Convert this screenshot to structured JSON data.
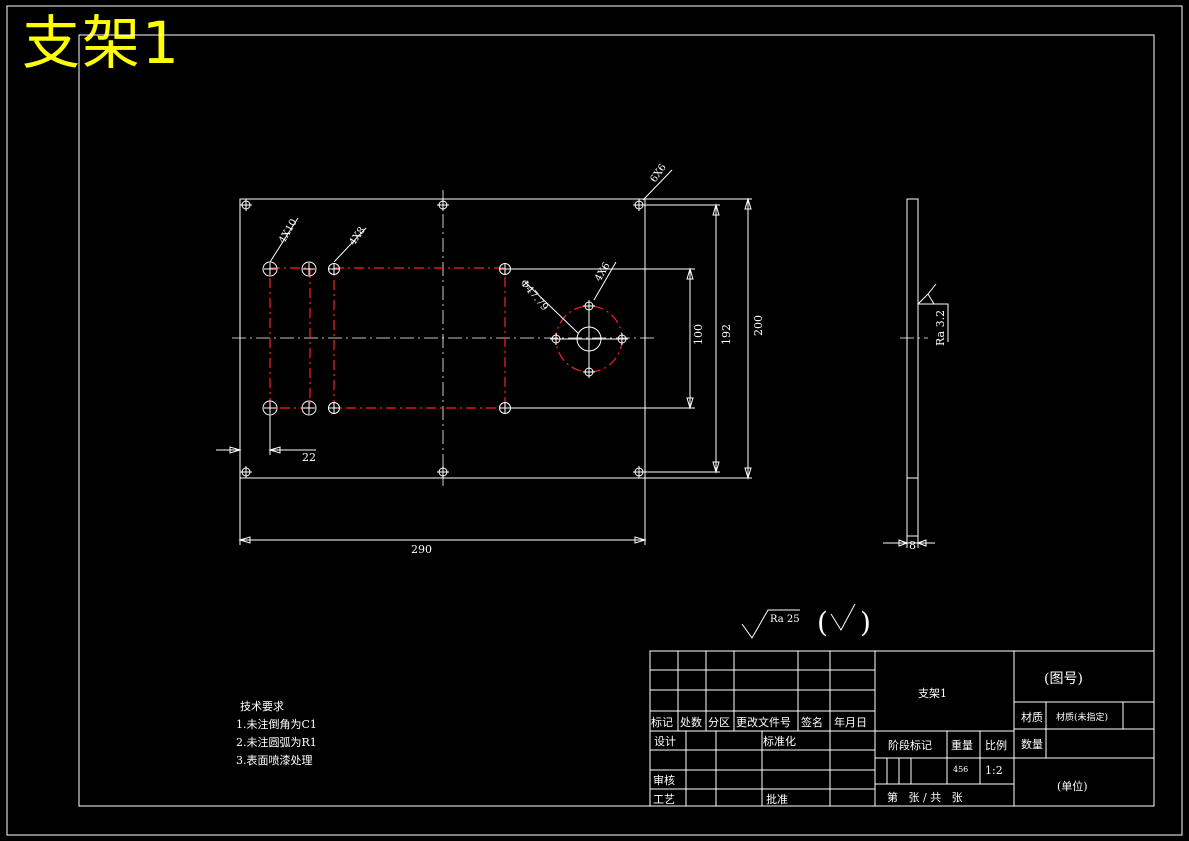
{
  "title": "支架1",
  "dims": {
    "width_290": "290",
    "offset_22": "22",
    "height_100": "100",
    "height_192": "192",
    "height_200": "200",
    "thickness_8": "8",
    "hole_4x10": "4X10",
    "hole_4x8": "4X8",
    "hole_6x6": "6X6",
    "hole_4x6": "4X6",
    "circle_47": "Φ47.79"
  },
  "roughness": {
    "side_label": "Ra 3.2",
    "main_label": "Ra 25"
  },
  "notes": {
    "heading": "技术要求",
    "items": [
      "1.未注倒角为C1",
      "2.未注圆弧为R1",
      "3.表面喷漆处理"
    ]
  },
  "title_block": {
    "part_name": "支架1",
    "drawing_no": "(图号)",
    "material_label": "材质",
    "material_value": "材质(未指定)",
    "quantity_label": "数量",
    "unit": "(单位)",
    "stage_label": "阶段标记",
    "weight_label": "重量",
    "scale_label": "比例",
    "weight_value": "456",
    "scale_value": "1:2",
    "sheet": "第   张 / 共   张",
    "mark": "标记",
    "count": "处数",
    "zone": "分区",
    "change_doc": "更改文件号",
    "sign": "签名",
    "date": "年月日",
    "design": "设计",
    "standard": "标准化",
    "review": "审核",
    "process": "工艺",
    "approve": "批准"
  }
}
